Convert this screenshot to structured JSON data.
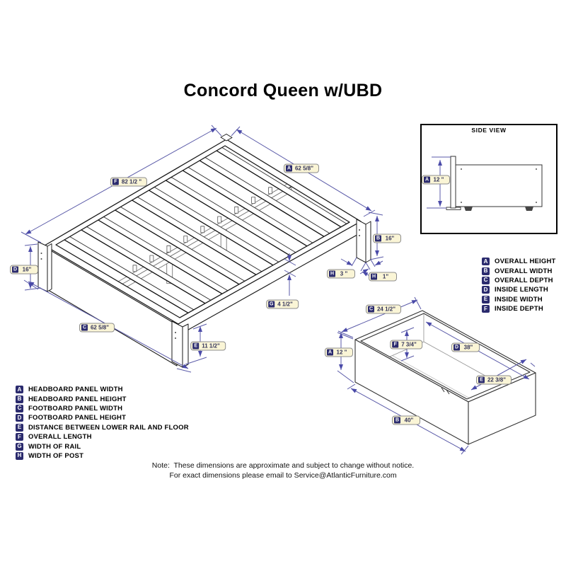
{
  "title": "Concord Queen w/UBD",
  "side_view": {
    "title": "SIDE VIEW",
    "dim_a": {
      "letter": "A",
      "value": "12 \""
    }
  },
  "bed_dims": {
    "f": {
      "letter": "F",
      "value": "82 1/2 \""
    },
    "a": {
      "letter": "A",
      "value": "62 5/8\""
    },
    "d": {
      "letter": "D",
      "value": "16\""
    },
    "b": {
      "letter": "B",
      "value": "16\""
    },
    "h3": {
      "letter": "H",
      "value": "3 \""
    },
    "h1": {
      "letter": "H",
      "value": "1\""
    },
    "g": {
      "letter": "G",
      "value": "4 1/2\""
    },
    "c": {
      "letter": "C",
      "value": "62 5/8\""
    },
    "e": {
      "letter": "E",
      "value": "11 1/2\""
    }
  },
  "drawer_dims": {
    "c": {
      "letter": "C",
      "value": "24 1/2\""
    },
    "a": {
      "letter": "A",
      "value": "12 \""
    },
    "f": {
      "letter": "F",
      "value": "7 3/4\""
    },
    "d": {
      "letter": "D",
      "value": "38\""
    },
    "e": {
      "letter": "E",
      "value": "22 3/8\""
    },
    "b": {
      "letter": "B",
      "value": "40\""
    }
  },
  "legend_left": {
    "items": [
      {
        "key": "A",
        "label": "HEADBOARD PANEL WIDTH"
      },
      {
        "key": "B",
        "label": "HEADBOARD PANEL HEIGHT"
      },
      {
        "key": "C",
        "label": "FOOTBOARD PANEL WIDTH"
      },
      {
        "key": "D",
        "label": "FOOTBOARD PANEL HEIGHT"
      },
      {
        "key": "E",
        "label": "DISTANCE BETWEEN LOWER RAIL AND FLOOR"
      },
      {
        "key": "F",
        "label": "OVERALL LENGTH"
      },
      {
        "key": "G",
        "label": "WIDTH OF RAIL"
      },
      {
        "key": "H",
        "label": "WIDTH OF POST"
      }
    ]
  },
  "legend_right": {
    "items": [
      {
        "key": "A",
        "label": "OVERALL HEIGHT"
      },
      {
        "key": "B",
        "label": "OVERALL WIDTH"
      },
      {
        "key": "C",
        "label": "OVERALL DEPTH"
      },
      {
        "key": "D",
        "label": "INSIDE LENGTH"
      },
      {
        "key": "E",
        "label": "INSIDE WIDTH"
      },
      {
        "key": "F",
        "label": "INSIDE DEPTH"
      }
    ]
  },
  "note": {
    "line1": "Note:  These dimensions are approximate and subject to change without notice.",
    "line2": "For exact dimensions please email to Service@AtlanticFurniture.com"
  },
  "colors": {
    "dimension_line": "#5A5AA8",
    "arrow": "#4A4AA8",
    "label_bg": "#FAF5D6",
    "label_square": "#2B2B6E",
    "drawing_line": "#1a1a1a"
  }
}
